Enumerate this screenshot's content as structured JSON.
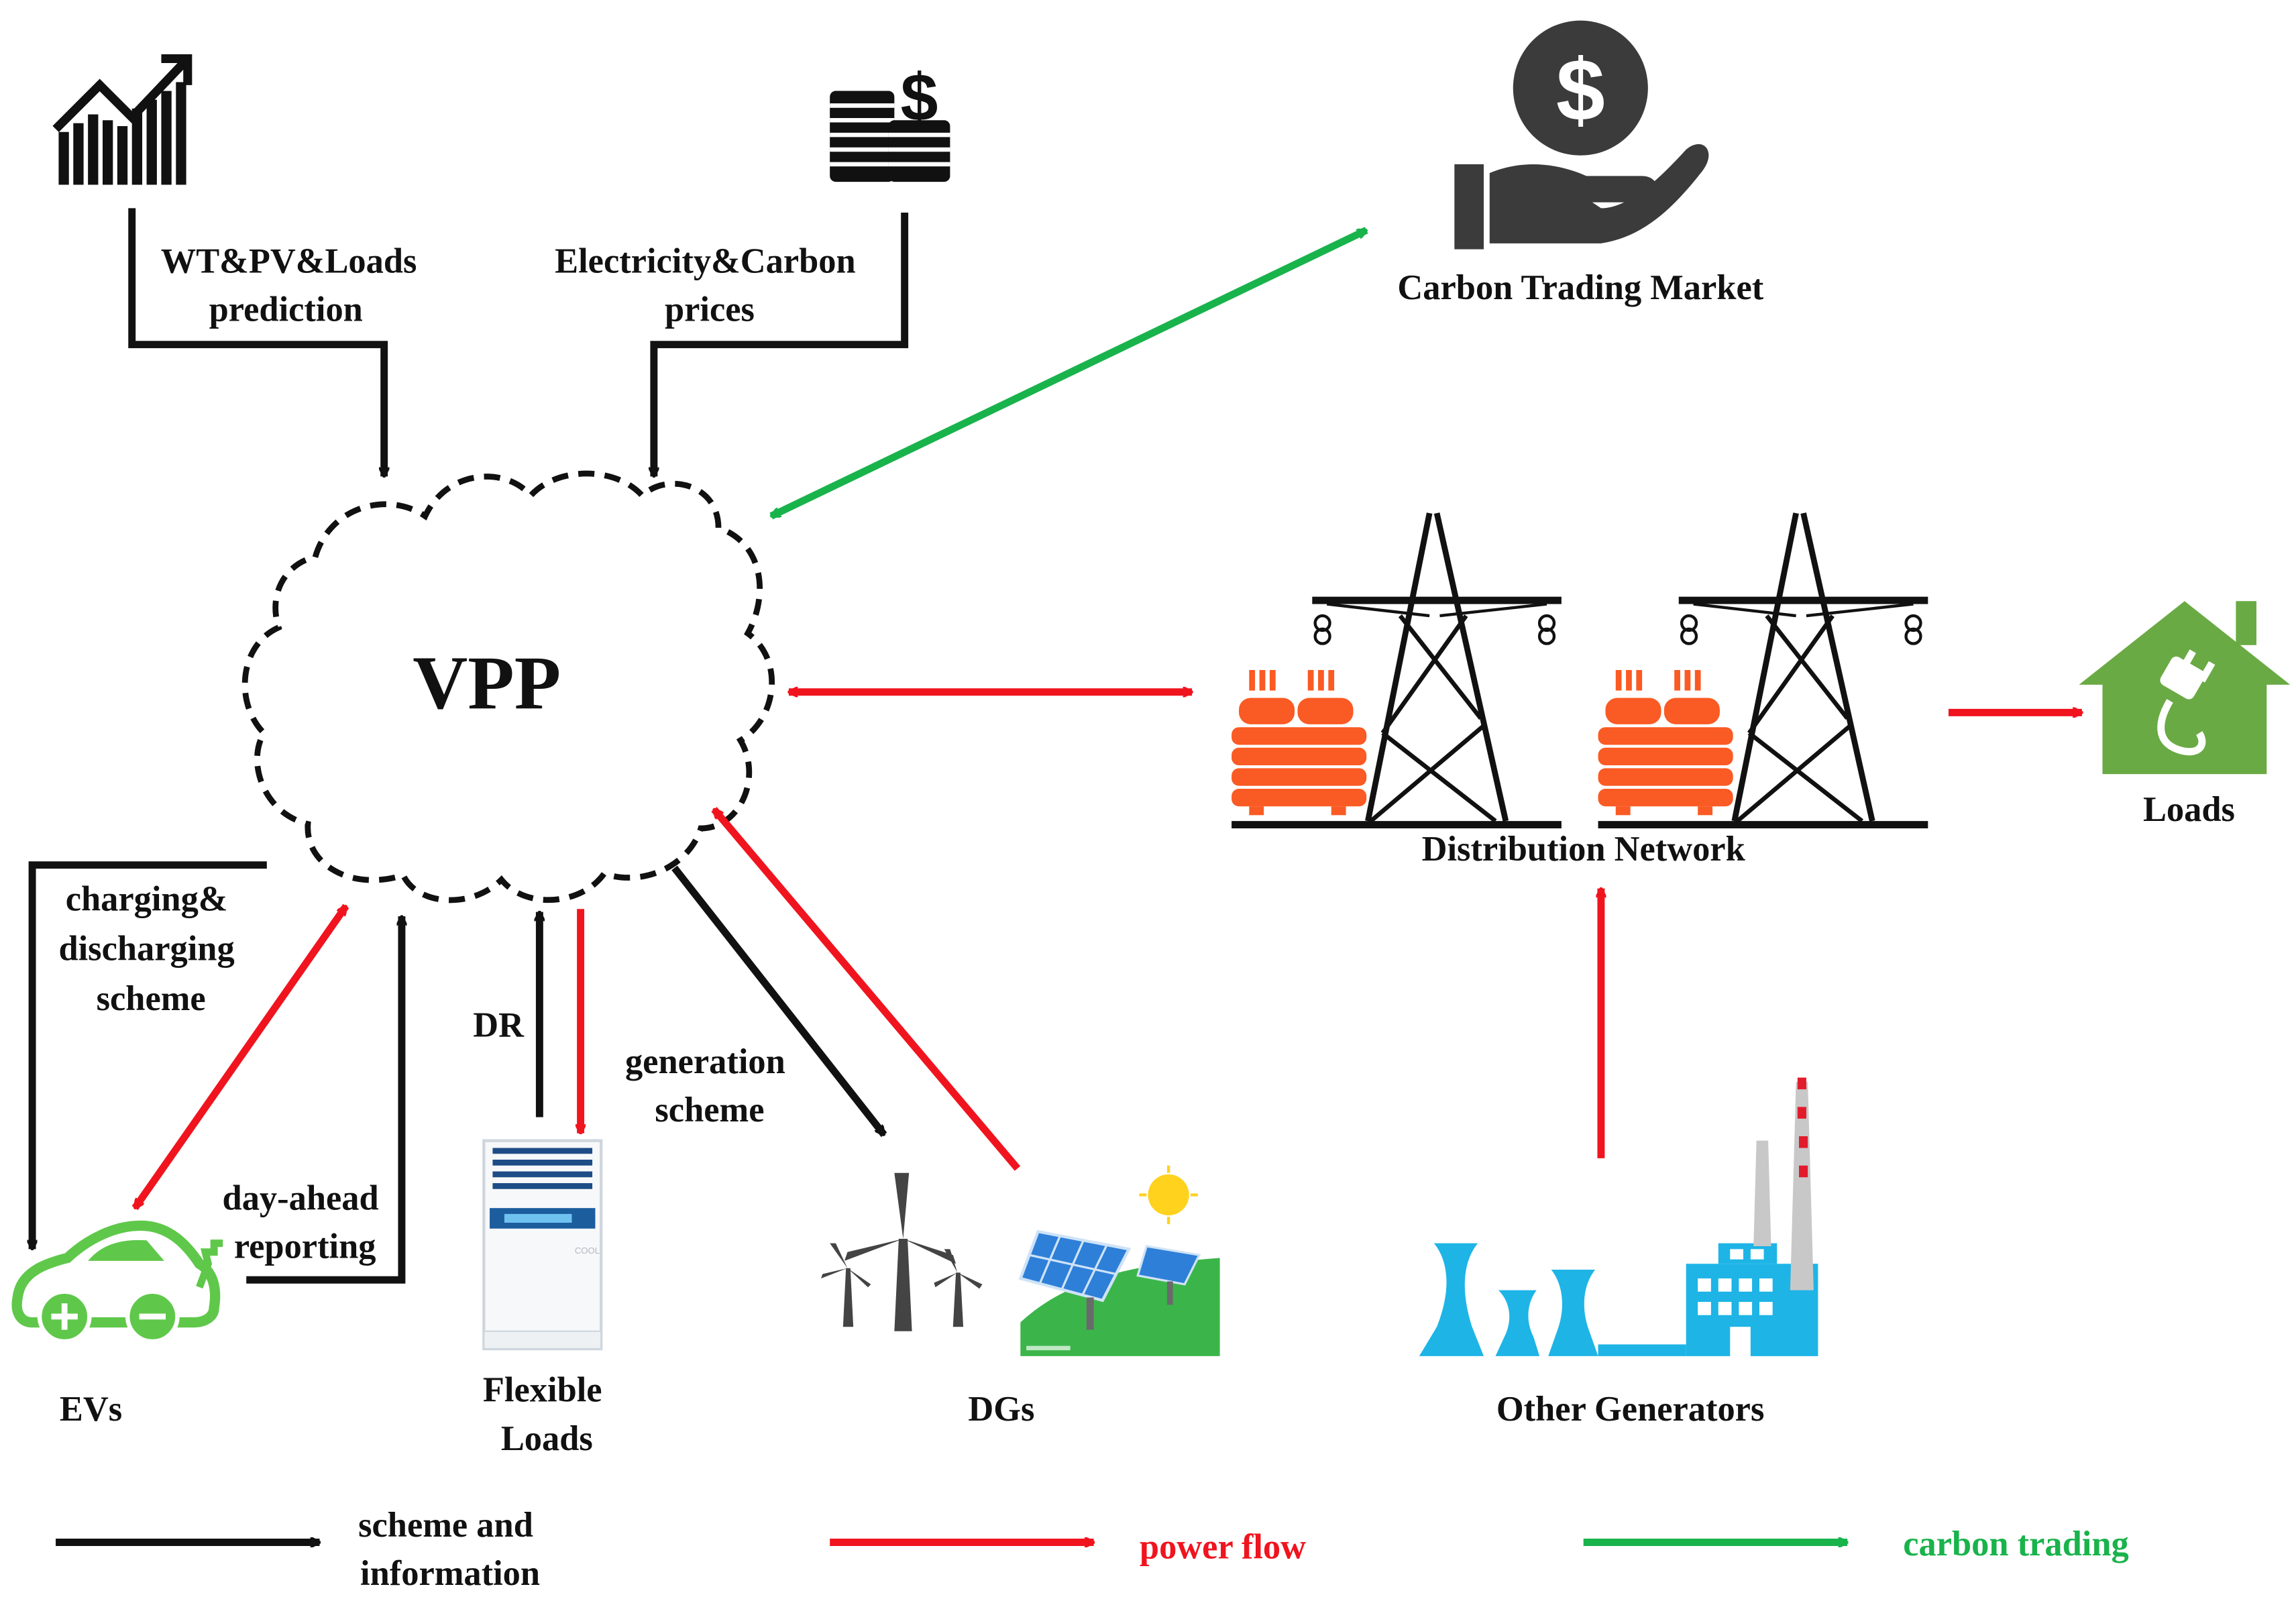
{
  "labels": {
    "vpp": "VPP",
    "prediction_1": "WT&PV&Loads",
    "prediction_2": "prediction",
    "prices_1": "Electricity&Carbon",
    "prices_2": "prices",
    "carbon_market": "Carbon Trading Market",
    "distribution": "Distribution Network",
    "loads": "Loads",
    "charging_1": "charging&",
    "charging_2": "discharging",
    "charging_3": "scheme",
    "dr": "DR",
    "generation_1": "generation",
    "generation_2": "scheme",
    "dayahead_1": "day-ahead",
    "dayahead_2": "reporting",
    "evs": "EVs",
    "flexible_1": "Flexible",
    "flexible_2": "Loads",
    "dgs": "DGs",
    "other_gen": "Other Generators",
    "fridge_text": "COOL"
  },
  "legend": {
    "scheme_1": "scheme and",
    "scheme_2": "information",
    "power": "power flow",
    "carbon": "carbon trading"
  },
  "colors": {
    "scheme": "#111111",
    "power": "#f0141e",
    "carbon": "#19b34c",
    "transformer": "#fa5a23",
    "house": "#6aaa44",
    "ev": "#5fc84a",
    "plant": "#1eb4e6",
    "solar": "#2e7fd8"
  },
  "icons": {
    "trend": "trend-chart-icon",
    "coins": "coins-dollar-icon",
    "hand": "hand-dollar-icon",
    "tower": "transmission-tower-icon",
    "house": "house-plug-icon",
    "ev": "electric-car-icon",
    "fridge": "flexible-load-cabinet-icon",
    "wind": "wind-turbine-icon",
    "solar": "solar-panel-icon",
    "plant": "power-plant-icon"
  }
}
